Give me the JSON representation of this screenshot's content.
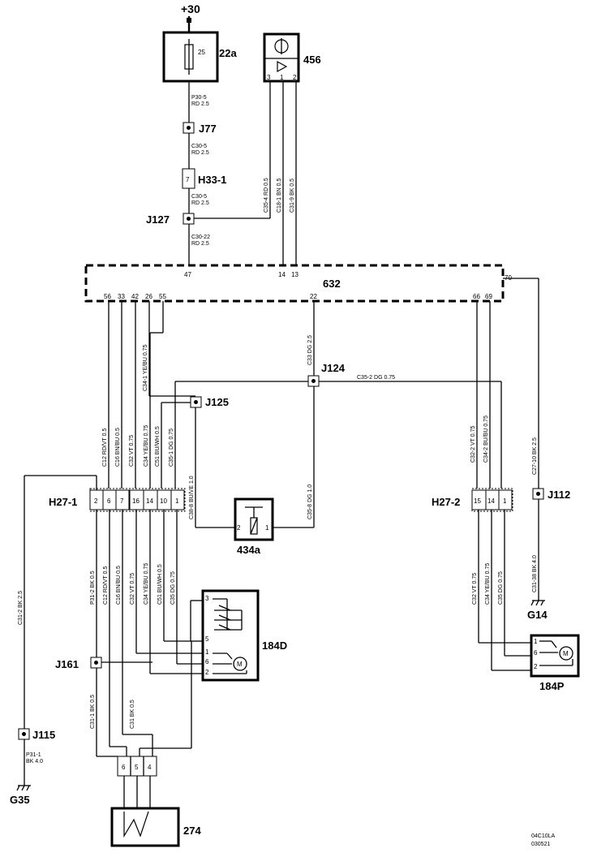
{
  "supply": "+30",
  "components": {
    "fuse": {
      "id": "22a",
      "rating": "25"
    },
    "c456": {
      "id": "456",
      "pins": [
        "3",
        "1",
        "2"
      ]
    },
    "ecu": {
      "id": "632",
      "top_pins": [
        "47",
        "14",
        "13"
      ],
      "bottom_pins": [
        "56",
        "33",
        "42",
        "26",
        "55",
        "22",
        "66",
        "69"
      ],
      "right_pin": "70"
    },
    "relay": {
      "id": "434a",
      "pins": [
        "2",
        "1"
      ]
    },
    "motor_d": {
      "id": "184D",
      "pins": [
        "3",
        "5",
        "1",
        "6",
        "2"
      ],
      "symbol": "M"
    },
    "motor_p": {
      "id": "184P",
      "pins": [
        "1",
        "6",
        "2"
      ],
      "symbol": "M"
    },
    "sw274": {
      "id": "274"
    }
  },
  "junctions": [
    "J77",
    "J127",
    "J124",
    "J125",
    "J112",
    "J161",
    "J115"
  ],
  "connectors": {
    "h33": {
      "id": "H33-1",
      "pin": "7"
    },
    "h271": {
      "id": "H27-1",
      "pins": [
        "2",
        "6",
        "7",
        "16",
        "14",
        "10",
        "1"
      ]
    },
    "h272": {
      "id": "H27-2",
      "pins": [
        "15",
        "14",
        "1"
      ]
    },
    "c274": {
      "pins": [
        "6",
        "5",
        "4"
      ]
    }
  },
  "grounds": [
    "G14",
    "G35"
  ],
  "wire_labels": {
    "p30": "P30-5\nRD  2.5",
    "c30a": "C30-5\nRD  2.5",
    "c30b": "C30-5\nRD  2.5",
    "c30c": "C30-22\nRD  2.5",
    "c35_4": "C35-4  RD  0.5",
    "c18_1": "C18-1  BN  0.5",
    "c31_9": "C31-9  BK  0.5",
    "c33": "C33  DG  2.5",
    "c35_2": "C35-2    DG    0.75",
    "c34_1": "C34-1  YE/BU  0.75",
    "c12": "C12  RD/VT  0.5",
    "c16": "C16  BN/BU  0.5",
    "c32": "C32  VT  0.75",
    "c34": "C34  YE/BU  0.75",
    "c51": "C51  BU/WH  0.5",
    "c35_1": "C35-1  DG  0.75",
    "c38_8": "C38-8  BU/VE  1.0",
    "c35_8": "C35-8  DG  1.0",
    "c32_2": "C32-2  VT  0.75",
    "c34_2": "C34-2  BU/BU  0.75",
    "c27_10": "C27-10  BK  2.5",
    "c31_38": "C31-38  BK  4.0",
    "c31_2": "C31-2  BK  2.5",
    "p31_2": "P31-2  BK  0.5",
    "c12b": "C12  RD/VT  0.5",
    "c16b": "C16  BN/BU  0.5",
    "c32b": "C32  VT  0.75",
    "c34b": "C34  YE/BU  0.75",
    "c51b": "C51  BU/WH  0.5",
    "c35b": "C35  DG  0.75",
    "c32c": "C32  VT  0.75",
    "c34c": "C34  YE/BU  0.75",
    "c35c": "C35  DG  0.75",
    "c31_1": "C31-1  BK  0.5",
    "c31": "C31  BK  0.5",
    "p31_1": "P31-1\nBK  4.0"
  },
  "footer": {
    "code": "04C10LA",
    "date": "030521"
  }
}
